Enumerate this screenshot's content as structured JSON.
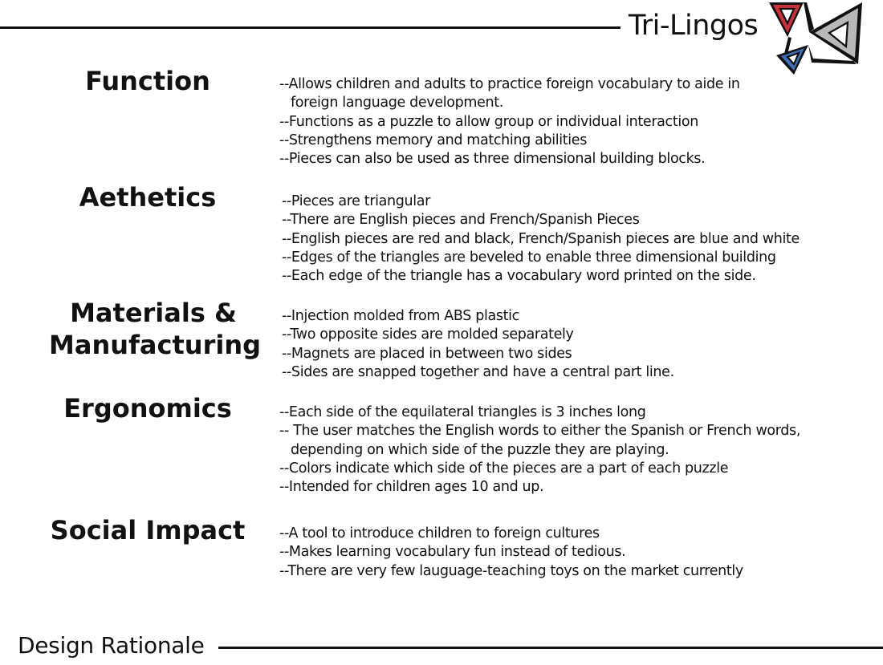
{
  "header": {
    "brand": "Tri-Lingos",
    "logo_icon": "tri-lingos-triangle-logo-icon",
    "colors": {
      "red": "#c8313a",
      "blue": "#3f6fb8",
      "gray": "#b8b8b8",
      "ink": "#111111"
    }
  },
  "sections": [
    {
      "title": "Function",
      "lines": [
        "--Allows children and adults to practice foreign vocabulary to aide in",
        "foreign language development.",
        "--Functions as a puzzle to allow group or individual interaction",
        "--Strengthens memory and matching abilities",
        "--Pieces can also be used as three dimensional building blocks."
      ]
    },
    {
      "title": "Aethetics",
      "lines": [
        "--Pieces are triangular",
        "--There are English pieces and French/Spanish Pieces",
        "--English pieces are red and black, French/Spanish pieces are blue and white",
        "--Edges of the triangles are beveled to enable three dimensional building",
        "--Each edge of the triangle has a vocabulary word printed on the side."
      ]
    },
    {
      "title_line1": "Materials &",
      "title_line2": "Manufacturing",
      "lines": [
        "--Injection molded from ABS plastic",
        "--Two opposite sides are molded separately",
        "--Magnets are placed in between two sides",
        "--Sides are snapped together and have a central part line."
      ]
    },
    {
      "title": "Ergonomics",
      "lines": [
        "--Each side of the equilateral triangles is 3 inches long",
        "-- The user matches the English words to either the Spanish or French words,",
        "depending on which side of the puzzle they are playing.",
        "--Colors indicate which side of the pieces are a part of each puzzle",
        "--Intended for children ages 10 and up."
      ]
    },
    {
      "title": "Social Impact",
      "lines": [
        "--A tool to introduce children to foreign cultures",
        "--Makes learning vocabulary fun instead of tedious.",
        "--There are very few lauguage-teaching toys on the market currently"
      ]
    }
  ],
  "footer": {
    "title": "Design Rationale"
  }
}
